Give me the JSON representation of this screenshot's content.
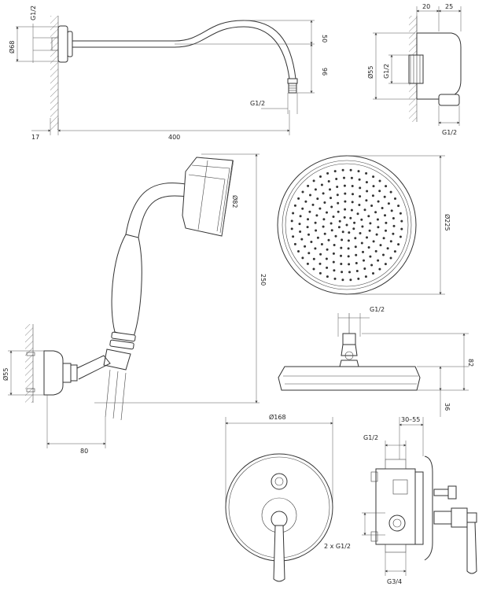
{
  "labels": {
    "arm_g12_top": "G1/2",
    "arm_dia68": "Ø68",
    "arm_50": "50",
    "arm_96": "96",
    "arm_g12_outlet": "G1/2",
    "arm_17": "17",
    "arm_400": "400",
    "side_20": "20",
    "side_25": "25",
    "side_dia55": "Ø55",
    "side_g12_mid": "G1/2",
    "side_g12_bot": "G1/2",
    "hand_dia82": "Ø82",
    "hand_250": "250",
    "hand_dia55": "Ø55",
    "hand_80": "80",
    "head_dia225": "Ø225",
    "head_g12": "G1/2",
    "head_82": "82",
    "head_36": "36",
    "mixer_dia168": "Ø168",
    "mixer_3055": "30–55",
    "mixer_g12": "G1/2",
    "mixer_2xg12": "2 x G1/2",
    "mixer_g34": "G3/4"
  }
}
